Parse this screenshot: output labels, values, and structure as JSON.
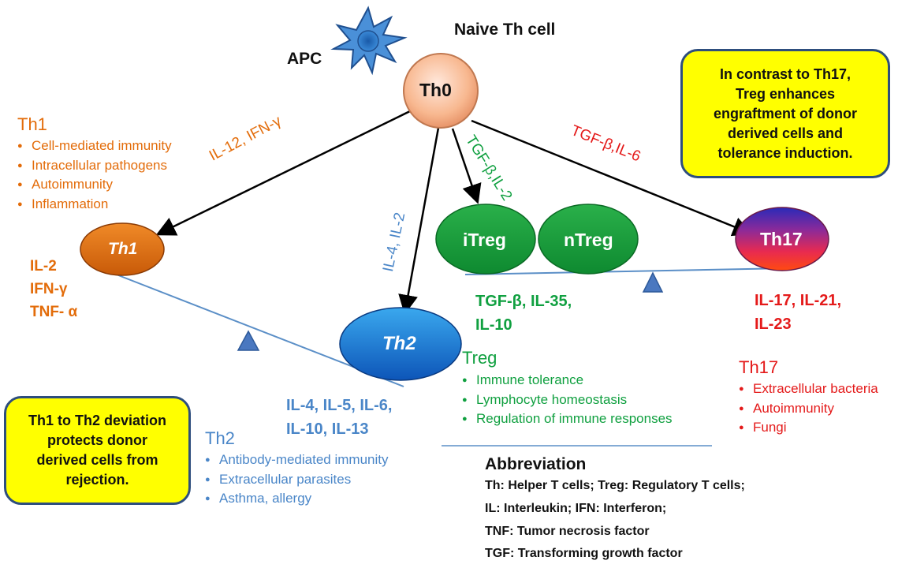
{
  "cells": {
    "apc": "APC",
    "naive": "Naive Th cell",
    "th0": "Th0",
    "th1": "Th1",
    "th2": "Th2",
    "itreg": "iTreg",
    "ntreg": "nTreg",
    "th17": "Th17"
  },
  "arrow_labels": {
    "th1": "IL-12, IFN-γ",
    "th2": "IL-4, IL-2",
    "treg": "TGF-β,IL-2",
    "th17": "TGF-β,IL-6"
  },
  "th1": {
    "title": "Th1",
    "items": [
      "Cell-mediated immunity",
      "Intracellular pathogens",
      "Autoimmunity",
      "Inflammation"
    ],
    "cytokines": [
      "IL-2",
      "IFN-γ",
      "TNF- α"
    ]
  },
  "th2": {
    "title": "Th2",
    "items": [
      "Antibody-mediated immunity",
      "Extracellular parasites",
      "Asthma, allergy"
    ],
    "cytokines": [
      "IL-4, IL-5, IL-6,",
      "IL-10, IL-13"
    ]
  },
  "treg": {
    "title": "Treg",
    "items": [
      "Immune tolerance",
      "Lymphocyte homeostasis",
      "Regulation of immune responses"
    ],
    "cytokines": [
      "TGF-β, IL-35,",
      "IL-10"
    ]
  },
  "th17": {
    "title": "Th17",
    "items": [
      "Extracellular bacteria",
      "Autoimmunity",
      "Fungi"
    ],
    "cytokines": [
      "IL-17, IL-21,",
      "IL-23"
    ]
  },
  "callouts": {
    "treg_box": [
      "In contrast to Th17,",
      "Treg enhances",
      "engraftment of donor",
      "derived cells and",
      "tolerance induction."
    ],
    "th2_box": [
      "Th1 to Th2 deviation",
      "protects donor",
      "derived cells from",
      "rejection."
    ]
  },
  "abbreviation": {
    "title": "Abbreviation",
    "lines": [
      "Th: Helper T cells;   Treg: Regulatory T cells;",
      "IL: Interleukin;    IFN: Interferon;",
      "TNF: Tumor necrosis factor",
      "TGF: Transforming growth factor"
    ]
  },
  "colors": {
    "th1": "#e36c0a",
    "th2": "#4a86c8",
    "treg": "#10a040",
    "th17": "#e41a1a",
    "box": "#ffff00",
    "line": "#5b8fc7"
  }
}
